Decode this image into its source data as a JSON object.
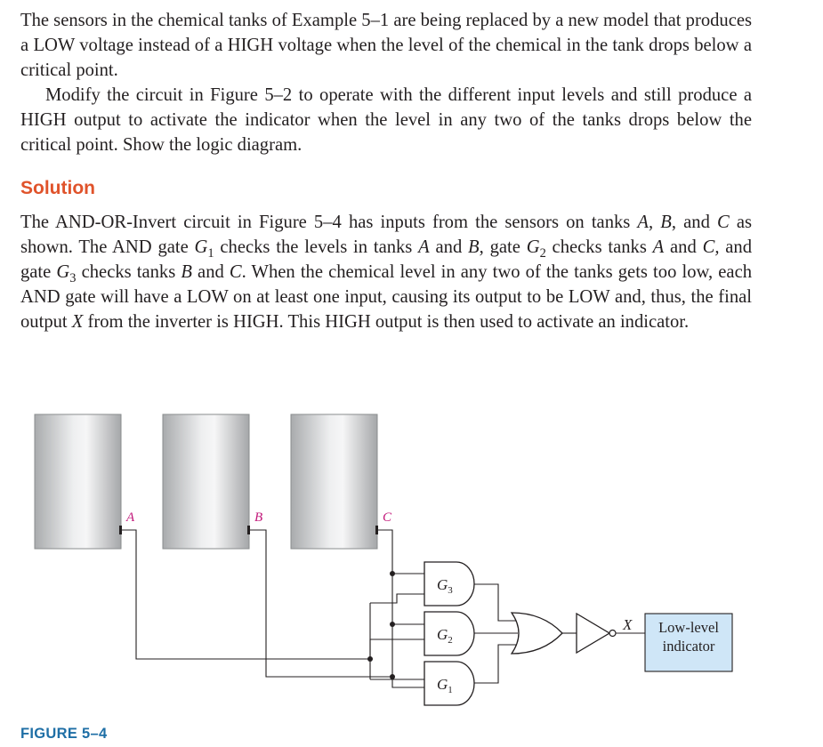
{
  "problem": {
    "para1": {
      "segments": [
        {
          "t": "The sensors in the chemical tanks of Example 5–1 are being replaced by a new model that produces a LOW voltage instead of a HIGH voltage when the level of the chemical in the tank drops below a critical point."
        }
      ]
    },
    "para2": {
      "segments": [
        {
          "t": "Modify the circuit in Figure 5–2 to operate with the different input levels and still produce a HIGH output to activate the indicator when the level in any two of the tanks drops below the critical point. Show the logic diagram."
        }
      ]
    }
  },
  "solution": {
    "heading": "Solution",
    "para": {
      "segments": [
        {
          "t": "The AND-OR-Invert circuit in Figure 5–4 has inputs from the sensors on tanks "
        },
        {
          "t": "A",
          "i": true
        },
        {
          "t": ", "
        },
        {
          "t": "B",
          "i": true
        },
        {
          "t": ", and "
        },
        {
          "t": "C",
          "i": true
        },
        {
          "t": " as shown. The AND gate "
        },
        {
          "t": "G",
          "i": true
        },
        {
          "t": "1",
          "sub": true
        },
        {
          "t": " checks the levels in tanks "
        },
        {
          "t": "A",
          "i": true
        },
        {
          "t": " and "
        },
        {
          "t": "B",
          "i": true
        },
        {
          "t": ", gate "
        },
        {
          "t": "G",
          "i": true
        },
        {
          "t": "2",
          "sub": true
        },
        {
          "t": " checks tanks "
        },
        {
          "t": "A",
          "i": true
        },
        {
          "t": " and "
        },
        {
          "t": "C,",
          "i": true
        },
        {
          "t": " and gate "
        },
        {
          "t": "G",
          "i": true
        },
        {
          "t": "3",
          "sub": true
        },
        {
          "t": " checks tanks "
        },
        {
          "t": "B",
          "i": true
        },
        {
          "t": " and "
        },
        {
          "t": "C",
          "i": true
        },
        {
          "t": ". When the chemical level in any two of the tanks gets too low, each AND gate will have a LOW on at least one input, caus­ing its output to be LOW and, thus, the final output "
        },
        {
          "t": "X",
          "i": true
        },
        {
          "t": " from the inverter is HIGH. This HIGH output is then used to activate an indicator."
        }
      ]
    }
  },
  "figure": {
    "label": "FIGURE 5–4",
    "tanks": [
      {
        "label": "A"
      },
      {
        "label": "B"
      },
      {
        "label": "C"
      }
    ],
    "gates": [
      {
        "name": "G",
        "sub": "3"
      },
      {
        "name": "G",
        "sub": "2"
      },
      {
        "name": "G",
        "sub": "1"
      }
    ],
    "output_label": "X",
    "indicator": {
      "line1": "Low-level",
      "line2": "indicator"
    },
    "colors": {
      "tank_label": "#c2187a",
      "indicator_fill": "#cfe6f7",
      "heading": "#e0532b",
      "figure_label": "#1f6fa6"
    }
  }
}
